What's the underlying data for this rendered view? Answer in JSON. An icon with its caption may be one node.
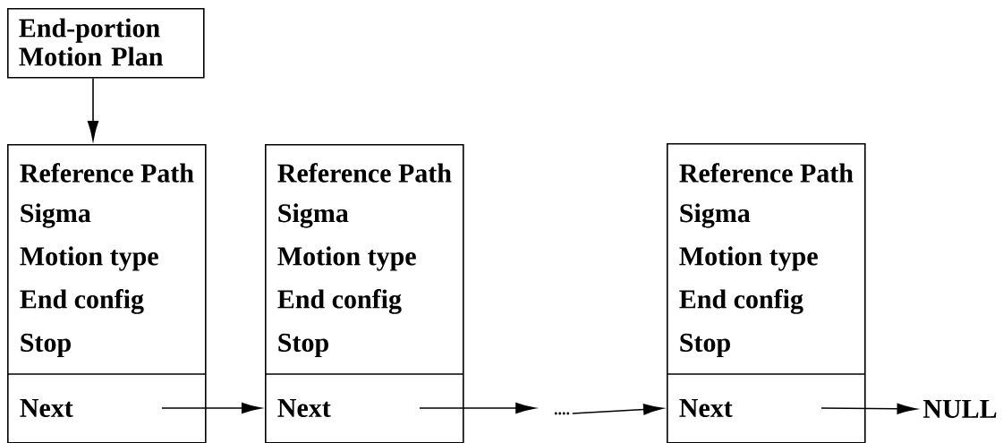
{
  "diagram": {
    "nodes": [
      {
        "text": [
          "End-portion Motion Plan"
        ]
      },
      {
        "text": [
          "Reference Path",
          "Sigma",
          "Motion type",
          "End config",
          "Stop",
          "Next"
        ]
      },
      {
        "text": [
          "Reference Path",
          "Sigma",
          "Motion type",
          "End config",
          "Stop",
          "Next"
        ]
      },
      {
        "text": [
          "...."
        ]
      },
      {
        "text": [
          "Reference Path",
          "Sigma",
          "Motion type",
          "End config",
          "Stop",
          "Next"
        ]
      },
      {
        "text": [
          "NULL"
        ]
      }
    ],
    "edges": [
      {
        "from": 0,
        "to": 1,
        "arrow": "to"
      },
      {
        "from": 1,
        "to": 2,
        "arrow": "to"
      },
      {
        "from": 2,
        "to": 3,
        "arrow": "to"
      },
      {
        "from": 3,
        "to": 4,
        "arrow": "to"
      },
      {
        "from": 4,
        "to": 5,
        "arrow": "to"
      }
    ]
  }
}
